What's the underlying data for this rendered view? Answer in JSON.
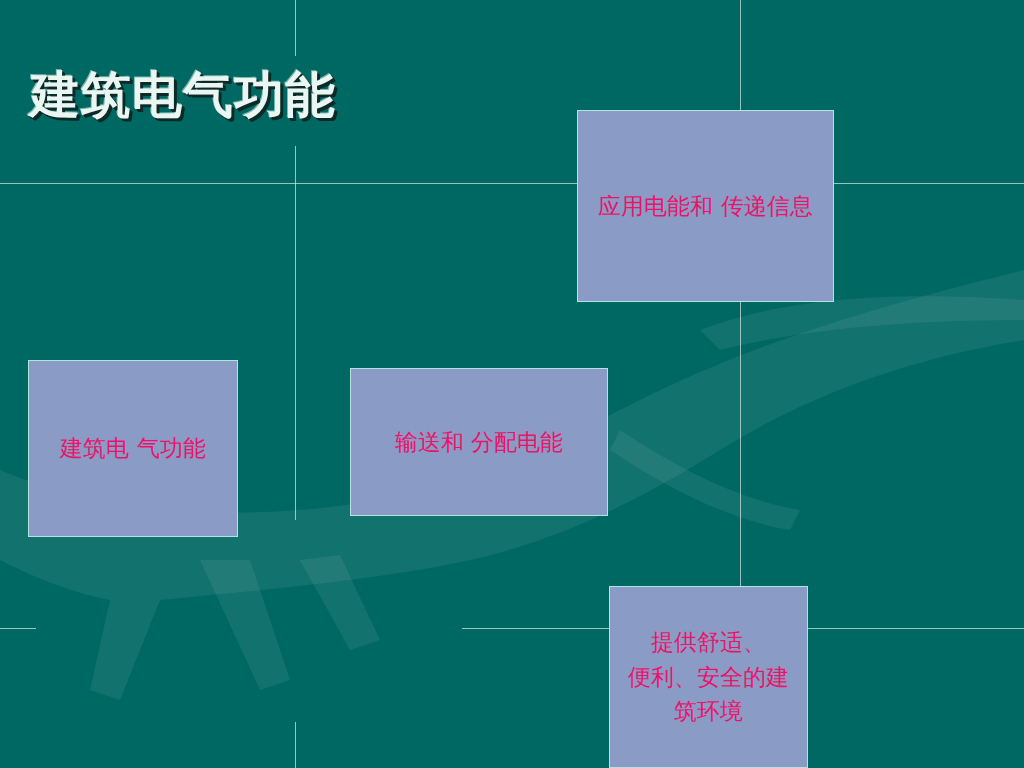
{
  "diagram": {
    "title": "建筑电气功能",
    "nodes": [
      {
        "text": [
          "建筑电 气功能"
        ]
      },
      {
        "text": [
          "输送和 分配电能"
        ]
      },
      {
        "text": [
          "应用电能和 传递信息"
        ]
      },
      {
        "text": [
          "提供舒适、 便利、安全的建 筑环境"
        ]
      }
    ]
  }
}
